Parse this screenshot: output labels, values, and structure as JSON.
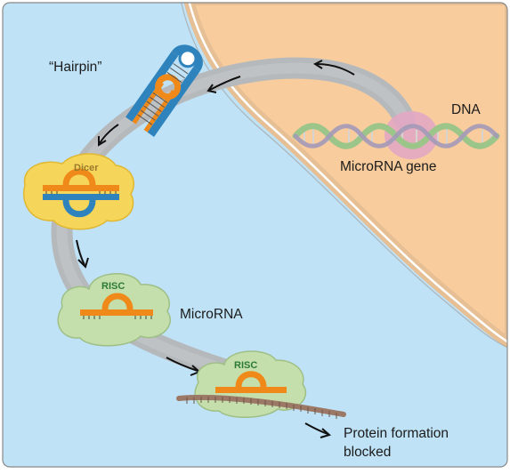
{
  "labels": {
    "hairpin": "“Hairpin”",
    "dna": "DNA",
    "microrna_gene": "MicroRNA gene",
    "microrna": "MicroRNA",
    "protein_blocked_line1": "Protein formation",
    "protein_blocked_line2": "blocked"
  },
  "enzymes": {
    "dicer": "Dicer",
    "risc_1": "RISC",
    "risc_2": "RISC"
  },
  "colors": {
    "cytoplasm": "#bfe2f6",
    "nucleus": "#f8cc9c",
    "membrane": "#e6bf95",
    "pathway": "#b5b9bb",
    "dna_green": "#9cc58a",
    "dna_purple": "#a39ab8",
    "gene_highlight": "#e2a8c4",
    "hairpin_blue": "#2f83bd",
    "rna_orange": "#ef8a1a",
    "dicer_yellow": "#f6d65a",
    "risc_green": "#c4dfac",
    "mrna_brown": "#9b7966",
    "text": "#1b1b1b"
  }
}
